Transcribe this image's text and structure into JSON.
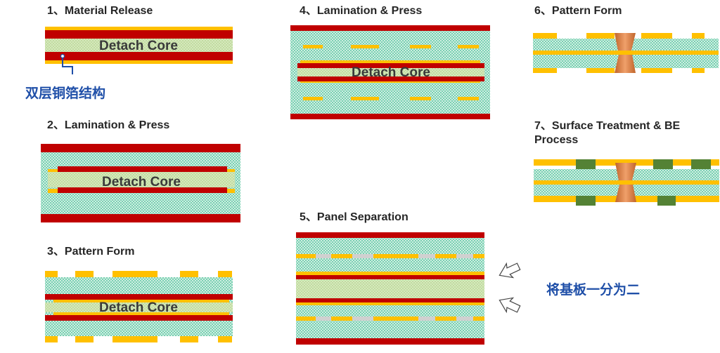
{
  "steps": [
    {
      "title": "1、Material Release"
    },
    {
      "title": "2、Lamination & Press"
    },
    {
      "title": "3、Pattern Form"
    },
    {
      "title": "4、Lamination & Press"
    },
    {
      "title": "5、Panel Separation"
    },
    {
      "title": "6、Pattern Form"
    },
    {
      "title": "7、Surface Treatment & BE Process"
    }
  ],
  "core_label": "Detach Core",
  "annotations": {
    "double_foil": "双层铜箔结构",
    "split_board": "将基板一分为二"
  },
  "colors": {
    "copper_red": "#c00000",
    "gold": "#ffc000",
    "prepreg_green": "#4fc29e",
    "core_light": "#d9ecc0",
    "solder_mask": "#548235",
    "via_copper": "#e08a55",
    "title_text": "#262626",
    "annotation_blue": "#1f4fa8"
  }
}
